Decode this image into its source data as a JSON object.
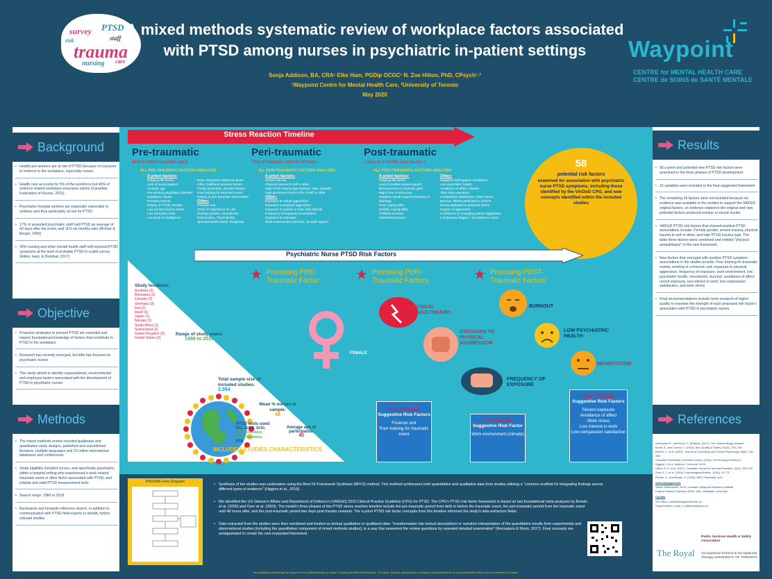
{
  "header": {
    "title_line1": "A mixed methods systematic review of workplace factors associated",
    "title_line2": "with PTSD among nurses in psychiatric in-patient settings",
    "authors": "Sonja Addison, BA, CRA¹ Elke Ham, PGDip OCGC¹ N. Zoe Hilton, PhD, CPsych¹˒²",
    "affiliations": "¹Waypoint Centre for Mental Health Care,  ²University of Toronto",
    "date": "May 2020",
    "logo_word": "Waypoint",
    "logo_en": "CENTRE for MENTAL HEALTH CARE",
    "logo_fr": "CENTRE de SOINS de SANTÉ MENTALE",
    "wordcloud": [
      "trauma",
      "PTSD",
      "survey",
      "nursing",
      "staff",
      "risk",
      "care"
    ]
  },
  "left": {
    "background": {
      "heading": "Background",
      "items": [
        "Healthcare workers are at risk of PTSD because of exposure to violence in the workplace, especially nurses",
        "Health care accounts for 5% of the workforce but 40% of violence-related workplace insurance claims (Canadian Federation of Nurses, 2015)",
        "Psychiatric hospital workers are especially vulnerable to violence and thus particularly at risk for PTSD",
        "17% of assaulted psychiatric staff had PTSD an average of 49 days after the event, and 11% six months later (Richter & Berger, 2006)",
        "24% nursing and other mental health staff self-reported PTSD symptoms at the level of probable PTSD in a pilot survey (Hilton, Ham, & Dretzkat, 2017)"
      ]
    },
    "objective": {
      "heading": "Objective",
      "items": [
        "Proactive strategies to prevent PTSD are essential and require foundational knowledge of factors that contribute to PTSD in the workplace",
        "Research has recently emerged, but little has focused on psychiatric nurses",
        "This study aimed to identify organizational, environmental and employee factors associated with the development of PTSD in psychiatric nurses"
      ]
    },
    "methods": {
      "heading": "Methods",
      "items": [
        "The mixed methods review included qualitative and quantitative study designs, published and unpublished literature, multiple languages and 23 online international databases and conferences",
        "Study eligibility included nurses, and specifically psychiatric, within a hospital setting who experienced a work-related traumatic event or other factor associated with PTSD, and reliable and valid PTSD measurement tools",
        "Search range: 1980 to 2019",
        "Backwards and forwards reference search, in addition to communication with PTSD field experts to identify further relevant studies"
      ]
    }
  },
  "timeline": {
    "title": "Stress Reaction Timeline",
    "pre": {
      "label": "Pre-traumatic",
      "sub": "Birth to before traumatic event",
      "boxhead": "ALL PRE-TRAUMATIC FACTORS ANALYZED",
      "apriori_head": "A priori factors:",
      "apriori": [
        "Ongoing life stress",
        "Lack of social support",
        "Younger age",
        "Pre-existing psychiatric disorder",
        "Substance abuse",
        "Previous trauma",
        "History of PTSD, Female",
        "Low socioeconomic status",
        "Low education level",
        "Low level of intelligence"
      ],
      "col2": [
        "Race, Reported childhood abuse",
        "Other childhood adverse factors",
        "Family psychiatric disorder history",
        "Poor training for traumatic event",
        "History of peri-traumatic dissociation"
      ],
      "other_head": "Other:",
      "other": [
        "Forensic unit",
        "Years of experience on unit",
        "Nursing position, Neuroticism",
        "Extroversion, Psychoticism",
        "Spouse/marital status, Religiosity"
      ]
    },
    "peri": {
      "label": "Peri-traumatic",
      "sub": "Time of traumatic event to 24 hours",
      "boxhead": "ALL PERI-TRAUMATIC FACTORS ANALYZED",
      "apriori_head": "A priori factors:",
      "apriori": [
        "Severe trauma",
        "Physical trauma to self or other",
        "High PTSD trauma type (torture, rape, assault)",
        "High perceived threat to life of self or other"
      ],
      "other_head": "Other:",
      "other": [
        "Exposure to verbal aggression",
        "Exposure to physical aggression",
        "Exposure to suicide or near fatal attempt",
        "Frequency of exposure (cumulative)",
        "Exposure to restraints",
        "Work environment (climate), No staff support"
      ]
    },
    "post": {
      "label": "Post-traumatic",
      "sub": "2 days to 3 months post trauma  +",
      "boxhead": "ALL POST-TRAUMATIC FACTORS ANALYZED",
      "apriori_head": "A priori factors:",
      "apriori": [
        "Ongoing life stress",
        "Lack of positive social support",
        "Bereavement or traumatic grief",
        "Major loss of resources",
        "Negative social support (shaming or blaming)",
        "Poor coping skills",
        "Healthy coping skills",
        "Children at home",
        "Distressed spouse"
      ],
      "other_head": "Other:",
      "other": [
        "Negative staff support, Resilience",
        "Low psychiatric health",
        "Avoidance of affect, Shame",
        "Time since exposure",
        "Compassion satisfaction, Work stress",
        "Burnout, Illness attributed to chance",
        "Illness attributed to powerful others",
        "Degree of aggression",
        "Confidence in managing patient aggression",
        "Compassion fatigue, Low interest in work"
      ]
    }
  },
  "risk58": {
    "number": "58",
    "line1": "potential risk factors",
    "line2": "examined for association with psychiatric nurse PTSD symptoms, including those identified by the VA/DoD CPG, and new concepts identified within the included studies"
  },
  "framework": {
    "title": "Psychiatric Nurse PTSD Risk Factors",
    "pre_label_a": "Promising PRE-",
    "pre_label_b": "Traumatic Factor:",
    "peri_label_a": "Promising PERI-",
    "peri_label_b": "Traumatic Factors:",
    "post_label_a": "Promising POST-",
    "post_label_b": "Traumatic Factors:",
    "female": "FEMALE",
    "phys_a": "PHYSICAL",
    "phys_b": "ASSAULT/INJURY",
    "exp_a": "EXPOSURE TO",
    "exp_b": "PHYSICAL",
    "exp_c": "AGGRESSION",
    "freq_a": "FREQUENCY OF",
    "freq_b": "EXPOSURE",
    "burnout": "BURNOUT",
    "lph_a": "LOW PSYCHIATRIC",
    "lph_b": "HEALTH",
    "neuro": "NEUROTICISM"
  },
  "studies": {
    "loc_head": "Study locations:",
    "locations": [
      "Australia (2)",
      "Botswana (1)",
      "Canada (2)",
      "Germany (3)",
      "Iran (1)",
      "Israel (1)",
      "Japan (1)",
      "Norway (1)",
      "South Africa (1)",
      "Switzerland (1)",
      "United Kingdom (2)",
      "United States (5)"
    ],
    "range_head": "Range of study years:",
    "range_val": "1998 to 2019",
    "sample_head": "Total sample size of included studies:",
    "sample_val": "2,594",
    "mean_head": "Mean % nurses in sample:",
    "mean_val": "88",
    "tools_head": "PTSD tools used:",
    "tools": [
      "PCL, IES-R, SCID,",
      "PTSD Checklist,",
      "PTSD Inventory,",
      "DTS"
    ],
    "age_head": "Average age of participants:",
    "age_val": "40",
    "footer": "INCLUDED STUDIES CHARACTERISTICS"
  },
  "boxes": {
    "pre": {
      "head": "PRE-TRAUMA",
      "sub": "Suggestive Risk Factors",
      "items": [
        "Forensic unit",
        "Poor training for traumatic event"
      ]
    },
    "peri": {
      "head": "PERI-TRAUMA",
      "sub": "Suggestive Risk Factor",
      "items": [
        "Work environment (climate)"
      ]
    },
    "post": {
      "head": "POST-TRAUMA",
      "sub": "Suggestive Risk Factors",
      "items": [
        "Recent exposure",
        "Avoidance of affect",
        "Work stress",
        "Low interest in work",
        "Low compassion satisfaction"
      ]
    }
  },
  "bottom": {
    "prisma": "PRISMA Flow Diagram",
    "p1": "Synthesis of the studies was undertaken using the Best Fit Framework Synthesis (BFFS) method. This method synthesizes both quantitative and qualitative data from studies utilizing a \"common scaffold for integrating findings across different types of evidence\" (Higgins et al., 2019).",
    "p2": "We identified the US Veteran's Affairs and Department of Defence's (VA/DoD) 2010 Clinical Practice Guideline (CPG) for PTSD. The CPG's PTSD risk factor framework is based on two foundational meta-analyses by Brewin et al. (2000) and Ozer et al. (2003). The model's three phases of the PTSD stress reaction timeline include the pre-traumatic period from birth to before the traumatic event, the peri-traumatic period from the traumatic event until 48 hours after, and the post-traumatic period two days post trauma onwards. The a priori PTSD risk factor concepts from this timeline informed the study's data extraction fields.",
    "p3": "Data extracted from the studies were then combined and treated as textual qualitative or qualitized data: \"transformation into textual descriptions or narrative interpretation of the quantitative results from experimental and observational studies (including the quantitative component of mixed methods studies), in a way that answered the review questions by repeated detailed examination\" (Aromataris & Munn, 2017). Final concepts are amalgamated to create the new expanded framework."
  },
  "footer": "We gratefully acknowledge the support of the Ontario Ministry of Labour, Training and Skills Development. The views, findings, opinions and conclusions expressed herein do not represent the views of the Government of Ontario.",
  "right": {
    "results": {
      "heading": "Results",
      "items": [
        "58 a priori and potential new PTSD risk factors were examined in the three phases of PTSD development",
        "15 variables were included in the final suggested framework",
        "The remaining 43 factors were not included because no evidence was available in the studies to support the VA/DoD original factors, or evidence related to the original and new potential factors produced unclear or mixed results",
        "VA/DoD PTSD risk factors that showed positive PTSD associations include: Female gender, severe trauma, physical trauma to self or other, and high PTSD trauma type. The latter three factors were combined and entitled \"physical assault/injury\" in the new framework.",
        "New factors that emerged with positive PTSD symptom associations in the studies include: Poor training for traumatic events, working in a forensic unit, exposure to physical aggression, frequency of exposure, work environment, low psychiatric health, neuroticism, burnout, avoidance of affect, recent exposure, low interest in work, low compassion satisfaction, and work stress",
        "Final recommendations include more research of higher quality to examine the strength of each proposed risk factor's association with PTSD in psychiatric nurses."
      ]
    },
    "references": {
      "heading": "References",
      "items": [
        "Aromataris E., and Munn, Z. (Editors). (2017). The Joanna Briggs Institute.",
        "Booth, A., and Carroll, C. (2015). BMJ Quality & Safety, 24(11), 700–708.",
        "Brewin, C. et al. (2000). Journal of Consulting and Clinical Psychology, 68(5), 748–766.",
        "Canadian Federation of Nurses Unions. (2016). The Nursing Workforce.",
        "Higgins J. et al. (editors). Cochrane, 2019.",
        "Hilton, N. Z. et al. (2017). Canadian Journal of Nursing Research, 49(4), 116–125.",
        "Ozer, E. J. et al. (2003). Psychological Bulletin, 129(1), 52–73.",
        "Richter, D., and Berger, K. (2006). BMC Psychiatry, 6(1).",
        "Acknowledgements",
        "Jolene Whitehouse, MLIS, Librarian, Waypoint Research Institute",
        "Eugene Kwame Opportey, BHSc, MSc, McMaster University",
        "Contact",
        "Zoe Hilton: zhilton@waypointcentre.ca",
        "Sonja Addison: sonja_e_addison@yahoo.ca"
      ]
    },
    "logo_royal": "The Royal",
    "logo_pshsa": "Public Services Health & Safety Association",
    "logo_uoft": "Occupational Science & Occupational Therapy UNIVERSITY OF TORONTO"
  }
}
